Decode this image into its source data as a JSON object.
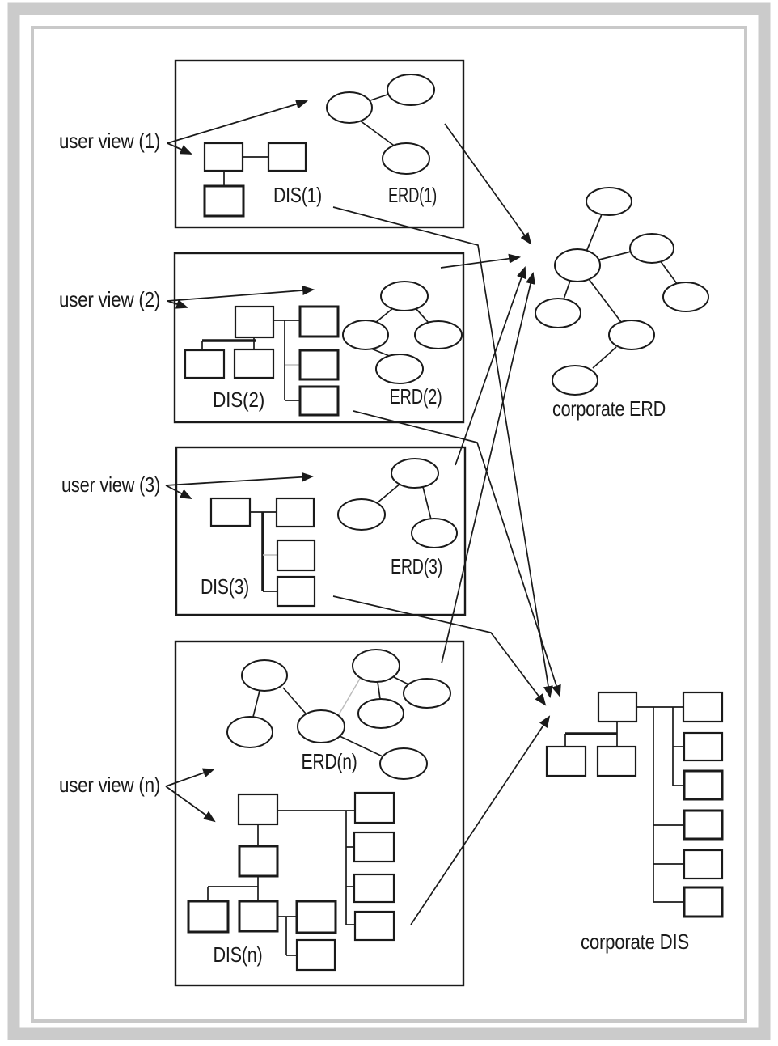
{
  "figure": {
    "user_views": [
      {
        "label": "user view (1)",
        "dis": "DIS(1)",
        "erd": "ERD(1)"
      },
      {
        "label": "user view (2)",
        "dis": "DIS(2)",
        "erd": "ERD(2)"
      },
      {
        "label": "user view (3)",
        "dis": "DIS(3)",
        "erd": "ERD(3)"
      },
      {
        "label": "user view (n)",
        "dis": "DIS(n)",
        "erd": "ERD(n)"
      }
    ],
    "corporate_erd_label": "corporate ERD",
    "corporate_dis_label": "corporate DIS",
    "colors": {
      "ink": "#1a1a1a",
      "frame_gray": "#cbcbcb",
      "faint_line": "#bbbbbb",
      "background": "#ffffff"
    }
  }
}
